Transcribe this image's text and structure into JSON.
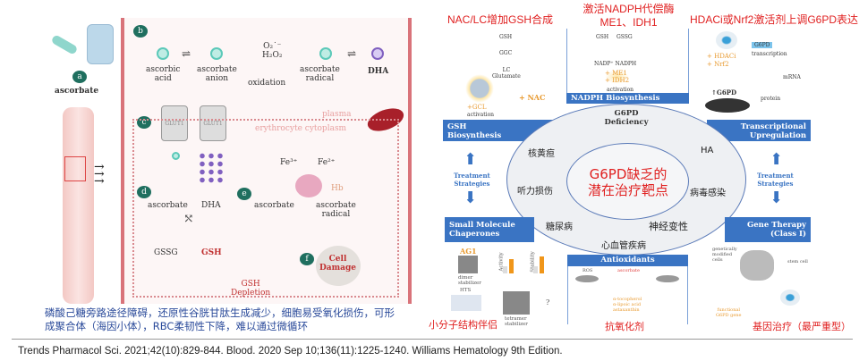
{
  "left_figure": {
    "panel_a": {
      "badge": "a",
      "label": "ascorbate"
    },
    "panel_b": {
      "badge": "b",
      "ascorbic_acid": "ascorbic\nacid",
      "ascorbate_anion": "ascorbate\nanion",
      "oxidants": "O₂˙⁻\nH₂O₂",
      "oxidation": "oxidation",
      "ascorbate_radical": "ascorbate\nradical",
      "dha": "DHA"
    },
    "panel_c": {
      "badge": "c",
      "transporter": "GLUT1",
      "plasma": "plasma",
      "cytoplasm": "erythrocyte cytoplasm"
    },
    "panel_d": {
      "badge": "d",
      "ascorbate": "ascorbate",
      "dha": "DHA",
      "gssg": "GSSG",
      "gsh": "GSH",
      "gsh_depletion": "GSH\nDepletion"
    },
    "panel_e": {
      "badge": "e",
      "fe3": "Fe³⁺",
      "fe2": "Fe²⁺",
      "hb": "Hb",
      "ascorbate": "ascorbate",
      "ascorbate_radical": "ascorbate\nradical"
    },
    "panel_f": {
      "badge": "f",
      "cell_damage": "Cell\nDamage"
    },
    "caption": "磷酸己糖旁路途径障碍，还原性谷胱甘肽生成减少，细胞易受氧化损伤，可形成聚合体（海因小体），RBC柔韧性下降，难以通过微循环"
  },
  "right_figure": {
    "top_labels": {
      "left": "NAC/LC增加GSH合成",
      "center": "激活NADPH代偿酶\nME1、IDH1",
      "right": "HDACi或Nrf2激活剂上调G6PD表达"
    },
    "gsh_pathway": {
      "gsh": "GSH",
      "ggc": "GGC",
      "lc": "LC\nGlutamate",
      "nac": "+ NAC",
      "gcl": "+GCL",
      "activation": "activation"
    },
    "nadph_pathway": {
      "gsh": "GSH",
      "gssg": "GSSG",
      "nadp": "NADP⁺ NADPH",
      "enzymes": "+ ME1\n+ IDH2",
      "activation": "activation"
    },
    "transcription": {
      "hdaci": "+ HDACi",
      "nrf2": "+ Nrf2",
      "gene": "G6PD",
      "transcription": "transcription",
      "mrna": "mRNA",
      "g6pd_up": "↑G6PD",
      "protein": "protein"
    },
    "bars": {
      "gsh_biosynthesis": "GSH\nBiosynthesis",
      "nadph_biosynthesis": "NADPH Biosynthesis",
      "transcriptional": "Transcriptional\nUpregulation",
      "small_molecule": "Small Molecule\nChaperones",
      "gene_therapy": "Gene Therapy\n(Class I)",
      "antioxidants": "Antioxidants"
    },
    "treatment_strategies": "Treatment\nStrategies",
    "circle": {
      "title": "G6PD\nDeficiency",
      "center_text": "G6PD缺乏的\n潜在治疗靶点",
      "conditions": [
        "核黄疸",
        "HA",
        "听力损伤",
        "病毒感染",
        "糖尿病",
        "神经变性",
        "心血管疾病"
      ]
    },
    "chaperones": {
      "ag1": "AG1",
      "dimer": "dimer\nstabilizer",
      "hts": "HTS",
      "tetramer": "tetramer\nstabilizer",
      "activity": "Activity",
      "stability": "Stability",
      "question": "?"
    },
    "antioxidant_detail": {
      "ros": "ROS",
      "ascorbate": "ascorbate",
      "agents": "α-tocopherol\nα-lipoic acid\nastaxanthin"
    },
    "gene_detail": {
      "modified": "genetically\nmodified\ncells",
      "stem": "stem cell",
      "gene": "functional\nG6PD gene"
    },
    "bottom_labels": {
      "left": "小分子结构伴侣",
      "center": "抗氧化剂",
      "right": "基因治疗（最严重型）"
    }
  },
  "citation": "Trends Pharmacol Sci. 2021;42(10):829-844.  Blood. 2020 Sep 10;136(11):1225-1240. Williams Hematology 9th Edition.",
  "colors": {
    "accent_red": "#e02020",
    "bar_blue": "#3a74c3",
    "caption_blue": "#2a4a9a",
    "teal_badge": "#1f6f5f",
    "plasma_pink": "#f6e6e6"
  }
}
